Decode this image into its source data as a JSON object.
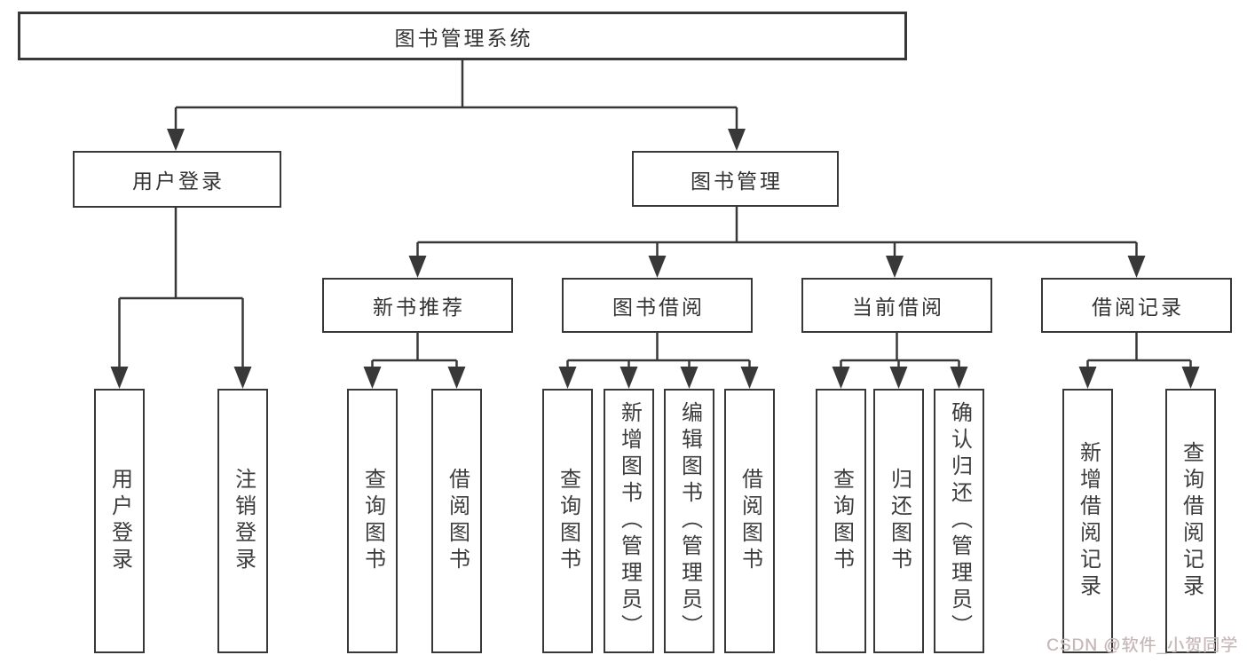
{
  "tree": {
    "root": {
      "label": "图书管理系统",
      "children": [
        {
          "label": "用户登录",
          "children": [
            {
              "label": "用户登录"
            },
            {
              "label": "注销登录"
            }
          ]
        },
        {
          "label": "图书管理",
          "children": [
            {
              "label": "新书推荐",
              "children": [
                {
                  "label": "查询图书"
                },
                {
                  "label": "借阅图书"
                }
              ]
            },
            {
              "label": "图书借阅",
              "children": [
                {
                  "label": "查询图书"
                },
                {
                  "label": "新增图书（管理员）"
                },
                {
                  "label": "编辑图书（管理员）"
                },
                {
                  "label": "借阅图书"
                }
              ]
            },
            {
              "label": "当前借阅",
              "children": [
                {
                  "label": "查询图书"
                },
                {
                  "label": "归还图书"
                },
                {
                  "label": "确认归还（管理员）"
                }
              ]
            },
            {
              "label": "借阅记录",
              "children": [
                {
                  "label": "新增借阅记录"
                },
                {
                  "label": "查询借阅记录"
                }
              ]
            }
          ]
        }
      ]
    }
  },
  "watermark": {
    "text": "CSDN @软件_小贺同学"
  },
  "colors": {
    "background": "#ffffff",
    "line": "#383838",
    "box_border": "#383838",
    "text": "#333333",
    "watermark_text": "#c2baba"
  }
}
